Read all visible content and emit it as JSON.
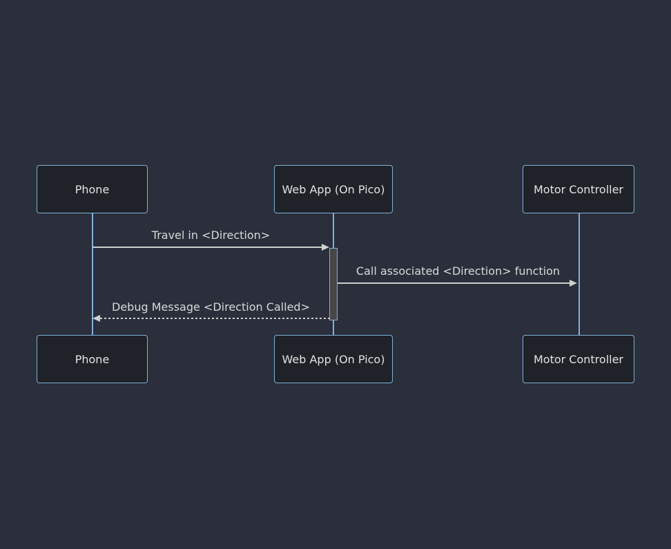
{
  "diagram": {
    "kind": "sequence-diagram",
    "actors": [
      {
        "id": "phone",
        "label": "Phone"
      },
      {
        "id": "webapp",
        "label": "Web App (On Pico)"
      },
      {
        "id": "motor",
        "label": "Motor Controller"
      }
    ],
    "messages": [
      {
        "label": "Travel in <Direction>",
        "from": "Phone",
        "to": "Web App (On Pico)",
        "line": "solid",
        "direction": "right"
      },
      {
        "label": "Call associated <Direction> function",
        "from": "Web App (On Pico)",
        "to": "Motor Controller",
        "line": "solid",
        "direction": "right"
      },
      {
        "label": "Debug Message <Direction Called>",
        "from": "Web App (On Pico)",
        "to": "Phone",
        "line": "dotted",
        "direction": "left"
      }
    ],
    "activation": {
      "actor": "Web App (On Pico)"
    },
    "colors": {
      "background": "#2a2f3b",
      "actor_fill": "#1f2228",
      "actor_border": "#81b1db",
      "lifeline": "#81b1db",
      "signal_line": "#d0d0d0",
      "activation_fill": "#474747",
      "text": "#d9d9d9"
    }
  }
}
